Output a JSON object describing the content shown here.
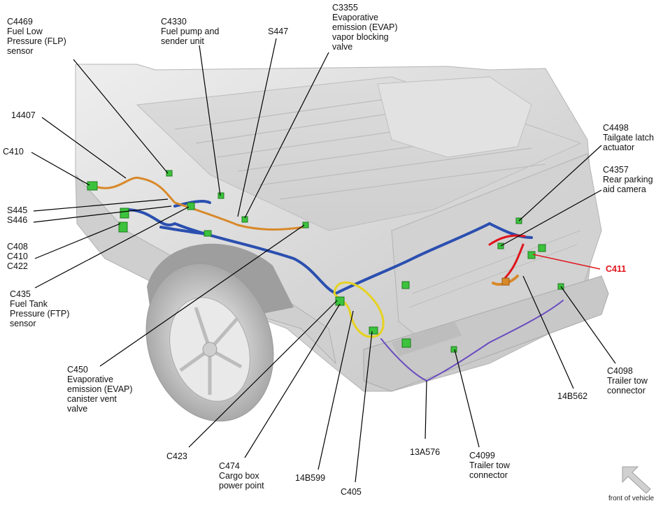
{
  "labels": {
    "c4469": "C4469\nFuel Low\nPressure (FLP)\nsensor",
    "c4330": "C4330\nFuel pump and\nsender unit",
    "s447": "S447",
    "c3355": "C3355\nEvaporative\nemission (EVAP)\nvapor blocking\nvalve",
    "n14407": "14407",
    "c410_top": "C410",
    "s445_s446": "S445\nS446",
    "c408_group": "C408\nC410\nC422",
    "c435": "C435\nFuel Tank\nPressure (FTP)\nsensor",
    "c450": "C450\nEvaporative\nemission (EVAP)\ncanister vent\nvalve",
    "c423": "C423",
    "c474": "C474\nCargo box\npower point",
    "n14b599": "14B599",
    "c405": "C405",
    "n13a576": "13A576",
    "c4099": "C4099\nTrailer tow\nconnector",
    "n14b562": "14B562",
    "c4098": "C4098\nTrailer tow\nconnector",
    "c4498": "C4498\nTailgate latch\nactuator",
    "c4357": "C4357\nRear parking\naid camera",
    "c411": "C411",
    "front_of_vehicle": "front of vehicle"
  },
  "colors": {
    "highlight": "#e0141b",
    "harness_blue": "#2b4fb0",
    "harness_orange": "#d8892a",
    "harness_yellow": "#e6d21e",
    "harness_purple": "#6a4cc0",
    "connector_green": "#3cc23c",
    "vehicle_body": "#d9d9d9"
  }
}
